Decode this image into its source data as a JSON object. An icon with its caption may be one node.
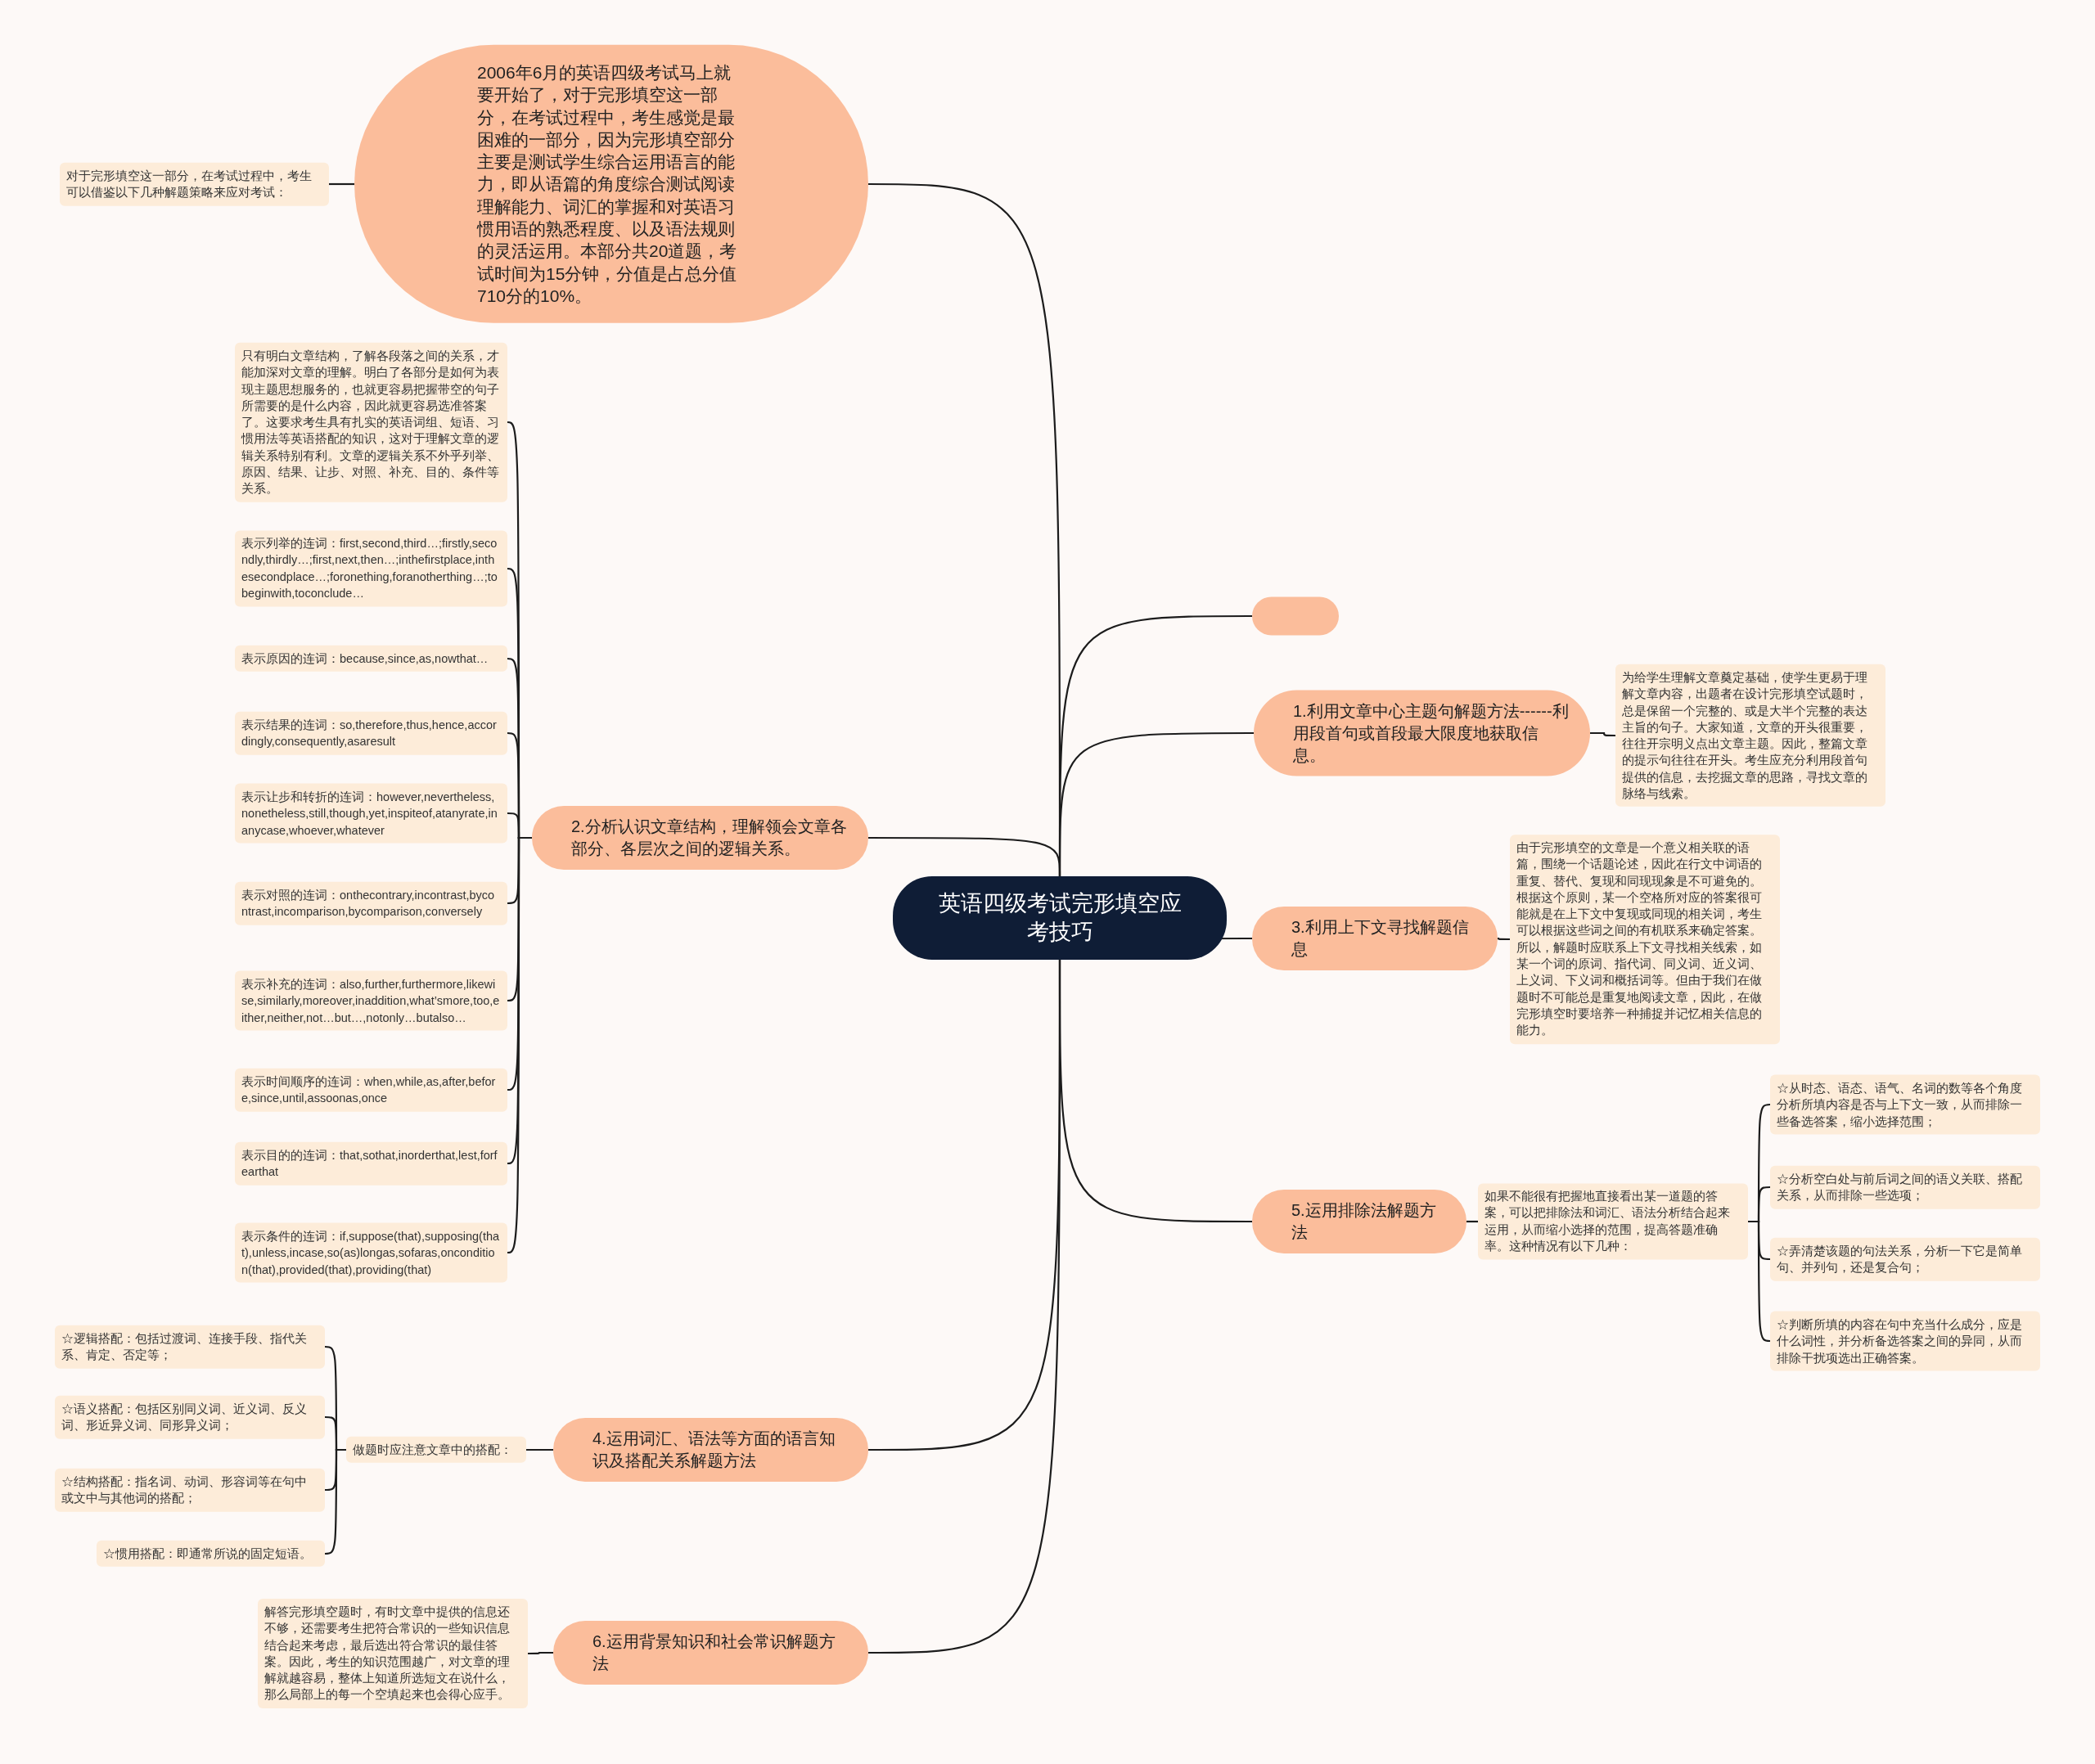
{
  "diagram": {
    "nodes": [
      {
        "text": [
          "英语四级考试完形填空应考技巧"
        ]
      },
      {
        "text": [
          "2006年6月的英语四级考试马上就要开始了，对于完形填空这一部分，在考试过程中，考生感觉是最困难的一部分，因为完形填空部分主要是测试学生综合运用语言的能力，即从语篇的角度综合测试阅读理解能力、词汇的掌握和对英语习惯用语的熟悉程度、以及语法规则的灵活运用。本部分共20道题，考试时间为15分钟，分值是占总分值710分的10%。"
        ]
      },
      {
        "text": [
          "对于完形填空这一部分，在考试过程中，考生可以借鉴以下几种解题策略来应对考试："
        ]
      },
      {
        "text": [],
        "shape": "box"
      },
      {
        "text": [
          "1.利用文章中心主题句解题方法------利用段首句或首段最大限度地获取信息。"
        ]
      },
      {
        "text": [
          "为给学生理解文章奠定基础，使学生更易于理解文章内容，出题者在设计完形填空试题时，总是保留一个完整的、或是大半个完整的表达主旨的句子。大家知道，文章的开头很重要，往往开宗明义点出文章主题。因此，整篇文章的提示句往往在开头。考生应充分利用段首句提供的信息，去挖掘文章的思路，寻找文章的脉络与线索。"
        ]
      },
      {
        "text": [
          "3.利用上下文寻找解题信息"
        ]
      },
      {
        "text": [
          "由于完形填空的文章是一个意义相关联的语篇，围绕一个话题论述，因此在行文中词语的重复、替代、复现和同现现象是不可避免的。根据这个原则，某一个空格所对应的答案很可能就是在上下文中复现或同现的相关词，考生可以根据这些词之间的有机联系来确定答案。所以，解题时应联系上下文寻找相关线索，如某一个词的原词、指代词、同义词、近义词、上义词、下义词和概括词等。但由于我们在做题时不可能总是重复地阅读文章，因此，在做完形填空时要培养一种捕捉并记忆相关信息的能力。"
        ]
      },
      {
        "text": [
          "5.运用排除法解题方法"
        ]
      },
      {
        "text": [
          "如果不能很有把握地直接看出某一道题的答案，可以把排除法和词汇、语法分析结合起来运用，从而缩小选择的范围，提高答题准确率。这种情况有以下几种："
        ]
      },
      {
        "text": [
          "☆从时态、语态、语气、名词的数等各个角度分析所填内容是否与上下文一致，从而排除一些备选答案，缩小选择范围；"
        ]
      },
      {
        "text": [
          "☆分析空白处与前后词之间的语义关联、搭配关系，从而排除一些选项；"
        ]
      },
      {
        "text": [
          "☆弄清楚该题的句法关系，分析一下它是简单句、并列句，还是复合句；"
        ]
      },
      {
        "text": [
          "☆判断所填的内容在句中充当什么成分，应是什么词性，并分析备选答案之间的异同，从而排除干扰项选出正确答案。"
        ]
      },
      {
        "text": [
          "2.分析认识文章结构，理解领会文章各部分、各层次之间的逻辑关系。"
        ]
      },
      {
        "text": [
          "只有明白文章结构，了解各段落之间的关系，才能加深对文章的理解。明白了各部分是如何为表现主题思想服务的，也就更容易把握带空的句子所需要的是什么内容，因此就更容易选准答案了。这要求考生具有扎实的英语词组、短语、习惯用法等英语搭配的知识，这对于理解文章的逻辑关系特别有利。文章的逻辑关系不外乎列举、原因、结果、让步、对照、补充、目的、条件等关系。"
        ]
      },
      {
        "text": [
          "表示列举的连词：first,second,third…;firstly,secondly,thirdly…;first,next,then…;inthefirstplace,inthesecondplace…;foronething,foranotherthing…;tobeginwith,toconclude…"
        ]
      },
      {
        "text": [
          "表示原因的连词：because,since,as,nowthat…"
        ]
      },
      {
        "text": [
          "表示结果的连词：so,therefore,thus,hence,accordingly,consequently,asaresult"
        ]
      },
      {
        "text": [
          "表示让步和转折的连词：however,nevertheless,nonetheless,still,though,yet,inspiteof,atanyrate,inanycase,whoever,whatever"
        ]
      },
      {
        "text": [
          "表示对照的连词：onthecontrary,incontrast,bycontrast,incomparison,bycomparison,conversely"
        ]
      },
      {
        "text": [
          "表示补充的连词：also,further,furthermore,likewise,similarly,moreover,inaddition,what’smore,too,either,neither,not…but…,notonly…butalso…"
        ]
      },
      {
        "text": [
          "表示时间顺序的连词：when,while,as,after,before,since,until,assoonas,once"
        ]
      },
      {
        "text": [
          "表示目的的连词：that,sothat,inorderthat,lest,forfearthat"
        ]
      },
      {
        "text": [
          "表示条件的连词：if,suppose(that),supposing(that),unless,incase,so(as)longas,sofaras,oncondition(that),provided(that),providing(that)"
        ]
      },
      {
        "text": [
          "4.运用词汇、语法等方面的语言知识及搭配关系解题方法"
        ]
      },
      {
        "text": [
          "做题时应注意文章中的搭配："
        ]
      },
      {
        "text": [
          "☆逻辑搭配：包括过渡词、连接手段、指代关系、肯定、否定等；"
        ]
      },
      {
        "text": [
          "☆语义搭配：包括区别同义词、近义词、反义词、形近异义词、同形异义词；"
        ]
      },
      {
        "text": [
          "☆结构搭配：指名词、动词、形容词等在句中或文中与其他词的搭配；"
        ]
      },
      {
        "text": [
          "☆惯用搭配：即通常所说的固定短语。"
        ]
      },
      {
        "text": [
          "6.运用背景知识和社会常识解题方法"
        ]
      },
      {
        "text": [
          "解答完形填空题时，有时文章中提供的信息还不够，还需要考生把符合常识的一些知识信息结合起来考虑，最后选出符合常识的最佳答案。因此，考生的知识范围越广，对文章的理解就越容易，整体上知道所选短文在说什么，那么局部上的每一个空填起来也会得心应手。"
        ]
      }
    ],
    "edges": [
      {
        "from": 0,
        "to": 1,
        "arrow": "none"
      },
      {
        "from": 1,
        "to": 2,
        "arrow": "none"
      },
      {
        "from": 0,
        "to": 3,
        "arrow": "none"
      },
      {
        "from": 0,
        "to": 4,
        "arrow": "none"
      },
      {
        "from": 4,
        "to": 5,
        "arrow": "none"
      },
      {
        "from": 0,
        "to": 6,
        "arrow": "none"
      },
      {
        "from": 6,
        "to": 7,
        "arrow": "none"
      },
      {
        "from": 0,
        "to": 8,
        "arrow": "none"
      },
      {
        "from": 8,
        "to": 9,
        "arrow": "none"
      },
      {
        "from": 9,
        "to": 10,
        "arrow": "none"
      },
      {
        "from": 9,
        "to": 11,
        "arrow": "none"
      },
      {
        "from": 9,
        "to": 12,
        "arrow": "none"
      },
      {
        "from": 9,
        "to": 13,
        "arrow": "none"
      },
      {
        "from": 0,
        "to": 14,
        "arrow": "none"
      },
      {
        "from": 14,
        "to": 15,
        "arrow": "none"
      },
      {
        "from": 14,
        "to": 16,
        "arrow": "none"
      },
      {
        "from": 14,
        "to": 17,
        "arrow": "none"
      },
      {
        "from": 14,
        "to": 18,
        "arrow": "none"
      },
      {
        "from": 14,
        "to": 19,
        "arrow": "none"
      },
      {
        "from": 14,
        "to": 20,
        "arrow": "none"
      },
      {
        "from": 14,
        "to": 21,
        "arrow": "none"
      },
      {
        "from": 14,
        "to": 22,
        "arrow": "none"
      },
      {
        "from": 14,
        "to": 23,
        "arrow": "none"
      },
      {
        "from": 14,
        "to": 24,
        "arrow": "none"
      },
      {
        "from": 0,
        "to": 25,
        "arrow": "none"
      },
      {
        "from": 25,
        "to": 26,
        "arrow": "none"
      },
      {
        "from": 26,
        "to": 27,
        "arrow": "none"
      },
      {
        "from": 26,
        "to": 28,
        "arrow": "none"
      },
      {
        "from": 26,
        "to": 29,
        "arrow": "none"
      },
      {
        "from": 26,
        "to": 30,
        "arrow": "none"
      },
      {
        "from": 0,
        "to": 31,
        "arrow": "none"
      },
      {
        "from": 31,
        "to": 32,
        "arrow": "none"
      }
    ]
  }
}
